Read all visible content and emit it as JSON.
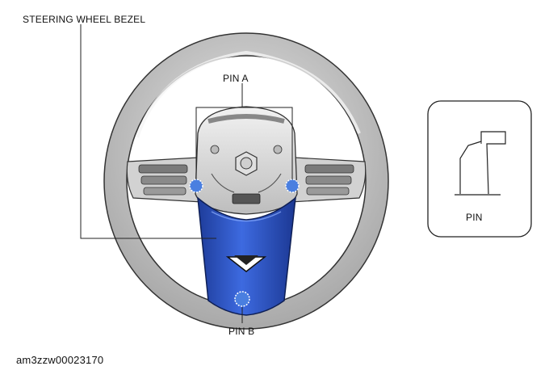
{
  "labels": {
    "steering_wheel_bezel": "STEERING WHEEL BEZEL",
    "pin_a": "PIN A",
    "pin_b": "PIN B",
    "pin_detail": "PIN",
    "figure_code": "am3zzw00023170"
  },
  "colors": {
    "rim": "#c9c9c9",
    "rim_outline": "#333333",
    "bezel_blue": "#2f5bd3",
    "pin_highlight": "#4a7fe0",
    "line": "#222222"
  },
  "icons": {
    "direction_arrow": "arrow-down-icon"
  }
}
